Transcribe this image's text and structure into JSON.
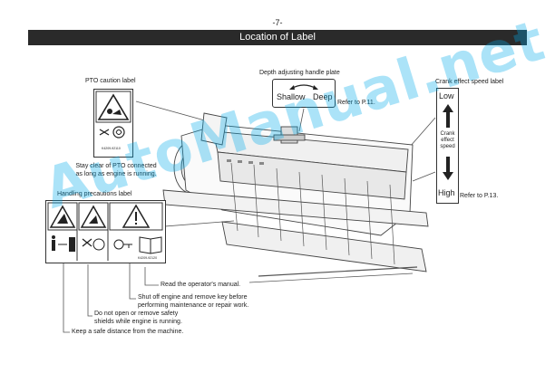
{
  "page_number": "-7-",
  "section_title": "Location of Label",
  "pto_caution": {
    "title": "PTO caution label",
    "part_number": "K4209-92110",
    "note": [
      "Stay clear of PTO connected",
      "as long as engine is running."
    ]
  },
  "depth_plate": {
    "title": "Depth adjusting handle plate",
    "shallow": "Shallow",
    "deep": "Deep",
    "ref": "Refer to P.11."
  },
  "crank_label": {
    "title": "Crank effect speed label",
    "low": "Low",
    "middle": [
      "Crank",
      "effect",
      "speed"
    ],
    "high": "High",
    "ref": "Refer to P.13."
  },
  "handling_label": {
    "title": "Handling precautions label",
    "part_number": "K4209-92120"
  },
  "callouts": {
    "manual": "Read the operator's manual.",
    "shutoff": [
      "Shut off engine and remove key before",
      "performing maintenance or repair work."
    ],
    "shields": [
      "Do not open or remove safety",
      "shields while engine is running."
    ],
    "distance": "Keep a safe distance from the machine."
  },
  "watermark": "AutoManual.net"
}
